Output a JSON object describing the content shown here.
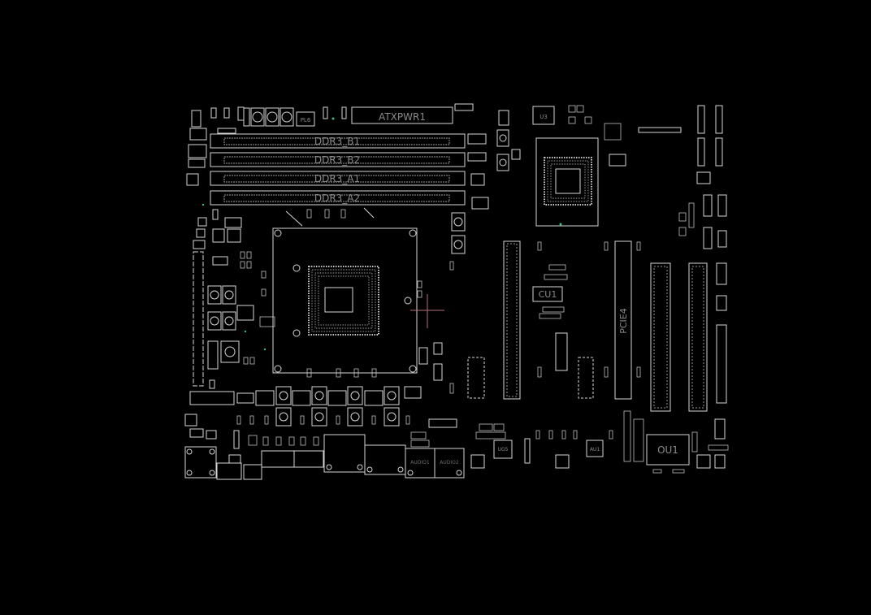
{
  "board": {
    "labels": {
      "dimm_b1": "DDR3_B1",
      "dimm_b2": "DDR3_B2",
      "dimm_a1": "DDR3_A1",
      "dimm_a2": "DDR3_A2",
      "atx_power": "ATXPWR1",
      "pcie4": "PCIE4",
      "cu1": "CU1",
      "ou1": "OU1",
      "au1": "AU1",
      "ug5": "UG5",
      "pl6": "PL6",
      "audio1": "AUDIO1",
      "audio2": "AUDIO2",
      "u3": "U3"
    }
  },
  "colors": {
    "background": "#000000",
    "outline": "#d6d6d6",
    "label": "#8a8a8a",
    "cursor": "#b0707a",
    "accent": "#2fbf7f"
  },
  "cursor": {
    "icon": "crosshair-icon"
  }
}
